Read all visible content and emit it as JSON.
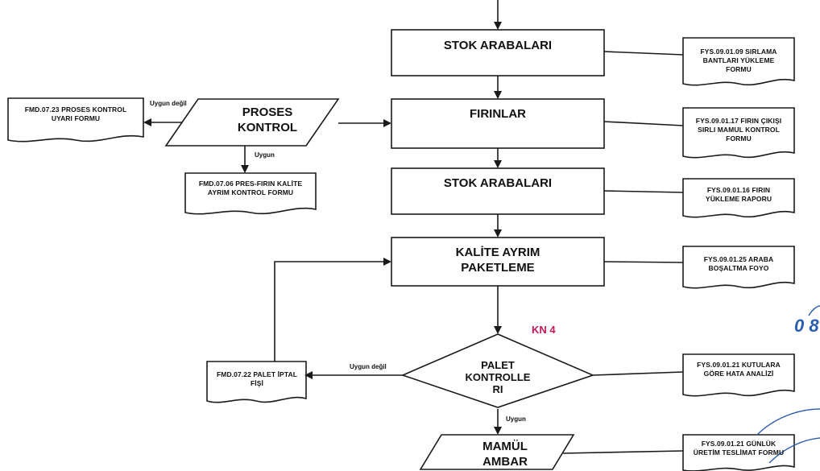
{
  "process": {
    "stok_top": "STOK ARABALARI",
    "firinlar": "FIRINLAR",
    "stok_mid": "STOK ARABALARI",
    "kalite": "KALİTE AYRIM PAKETLEME"
  },
  "decisions": {
    "proses_kontrol": "PROSES KONTROL",
    "palet_kontrol": "PALET KONTROLLE RI",
    "mamul_ambar": "MAMÜL AMBAR"
  },
  "documents": {
    "fys_09_01_09": "FYS.09.01.09 SIRLAMA BANTLARI YÜKLEME FORMU",
    "fys_09_01_17": "FYS.09.01.17 FIRIN ÇIKIŞI SIRLI MAMUL KONTROL FORMU",
    "fys_09_01_16": "FYS.09.01.16 FIRIN YÜKLEME RAPORU",
    "fys_09_01_25": "FYS.09.01.25 ARABA BOŞALTMA FOYO",
    "fys_09_01_21": "FYS.09.01.21 KUTULARA GÖRE HATA ANALİZİ",
    "fys_gunluk": "FYS.09.01.21 GÜNLÜK ÜRETİM TESLİMAT FORMU",
    "fmd_07_23": "FMD.07.23 PROSES KONTROL UYARI FORMU",
    "fmd_07_06": "FMD.07.06 PRES-FIRIN KALİTE AYRIM KONTROL FORMU",
    "fmd_07_22": "FMD.07.22 PALET İPTAL FİŞİ"
  },
  "edges": {
    "uygun_degil_top": "Uygun değil",
    "uygun_top": "Uygun",
    "uygun_degil_mid": "Uygun değil",
    "uygun_bottom": "Uygun"
  },
  "annotations": {
    "kn4": "KN 4",
    "stamp_number": "0 8"
  },
  "colors": {
    "line": "#1a1a1a",
    "kn_label": "#c2185b",
    "stamp": "#2a5db0"
  }
}
